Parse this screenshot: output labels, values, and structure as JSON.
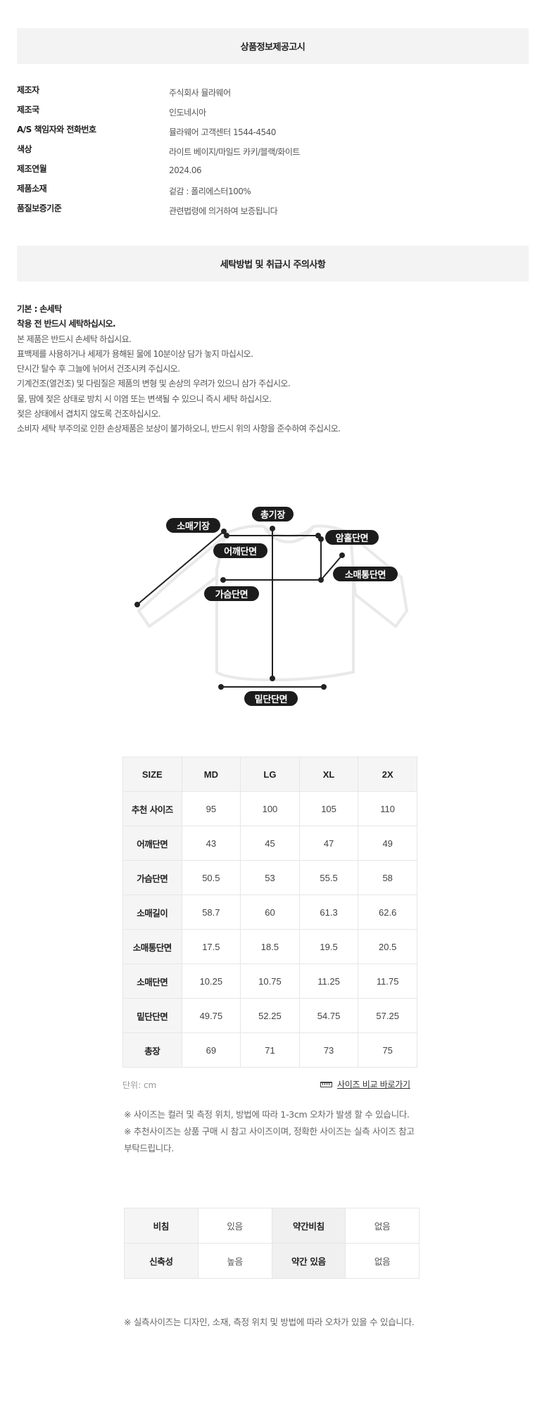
{
  "product_info": {
    "title": "상품정보제공고시",
    "rows": [
      {
        "label": "제조자",
        "value": "주식회사 뮬라웨어"
      },
      {
        "label": "제조국",
        "value": "인도네시아"
      },
      {
        "label": "A/S 책임자와 전화번호",
        "value": "뮬라웨어 고객센터 1544-4540"
      },
      {
        "label": "색상",
        "value": "라이트 베이지/마일드 카키/블랙/화이트"
      },
      {
        "label": "제조연월",
        "value": "2024.06"
      },
      {
        "label": "제품소재",
        "value": "겉감 : 폴리에스터100%"
      },
      {
        "label": "품질보증기준",
        "value": "관련법령에 의거하여 보증됩니다"
      }
    ]
  },
  "washing": {
    "title": "세탁방법 및 취급시 주의사항",
    "lines": [
      {
        "text": "기본 : 손세탁",
        "bold": true
      },
      {
        "text": "착용 전 반드시 세탁하십시오.",
        "bold": true
      },
      {
        "text": "본 제품은 반드시 손세탁 하십시요.",
        "bold": false
      },
      {
        "text": "표백제를 사용하거나 세제가 용해된 물에 10분이상 담가 놓지 마십시오.",
        "bold": false
      },
      {
        "text": "단시간 탈수 후 그늘에 뉘어서 건조시켜 주십시오.",
        "bold": false
      },
      {
        "text": "기계건조(열건조) 및 다림질은 제품의 변형 및 손상의 우려가 있으니 삼가 주십시오.",
        "bold": false
      },
      {
        "text": "물, 땀에 젖은 상태로 방치 시 이염 또는 변색될 수 있으니 즉시 세탁 하십시오.",
        "bold": false
      },
      {
        "text": "젖은 상태에서 겹치지 않도록 건조하십시오.",
        "bold": false
      },
      {
        "text": "소비자 세탁 부주의로 인한 손상제품은 보상이 불가하오니, 반드시 위의 사항을 준수하여 주십시오.",
        "bold": false
      }
    ]
  },
  "diagram": {
    "labels": {
      "total_length": "총기장",
      "sleeve_length": "소매기장",
      "shoulder": "어깨단면",
      "armhole": "암홀단면",
      "sleeve_width": "소매통단면",
      "chest": "가슴단면",
      "hem": "밑단단면"
    },
    "line_color": "#222222",
    "outline_color": "#e8e8e8"
  },
  "size_table": {
    "header": [
      "SIZE",
      "MD",
      "LG",
      "XL",
      "2X"
    ],
    "rows": [
      {
        "label": "추천 사이즈",
        "values": [
          "95",
          "100",
          "105",
          "110"
        ]
      },
      {
        "label": "어깨단면",
        "values": [
          "43",
          "45",
          "47",
          "49"
        ]
      },
      {
        "label": "가슴단면",
        "values": [
          "50.5",
          "53",
          "55.5",
          "58"
        ]
      },
      {
        "label": "소매길이",
        "values": [
          "58.7",
          "60",
          "61.3",
          "62.6"
        ]
      },
      {
        "label": "소매통단면",
        "values": [
          "17.5",
          "18.5",
          "19.5",
          "20.5"
        ]
      },
      {
        "label": "소매단면",
        "values": [
          "10.25",
          "10.75",
          "11.25",
          "11.75"
        ]
      },
      {
        "label": "밑단단면",
        "values": [
          "49.75",
          "52.25",
          "54.75",
          "57.25"
        ]
      },
      {
        "label": "총장",
        "values": [
          "69",
          "71",
          "73",
          "75"
        ]
      }
    ],
    "unit": "단위: cm",
    "compare_link": {
      "icon": "ruler-icon",
      "label": "사이즈 비교 바로가기"
    }
  },
  "size_notes": [
    "※ 사이즈는 컬러 및 측정 위치, 방법에 따라 1-3cm 오차가 발생 할 수 있습니다.",
    "※ 추천사이즈는 상품 구매 시 참고 사이즈이며, 정확한 사이즈는 실측 사이즈 참고 부탁드립니다."
  ],
  "fabric_table": {
    "rows": [
      {
        "label": "비침",
        "options": [
          "있음",
          "약간비침",
          "없음"
        ],
        "selected_index": 1
      },
      {
        "label": "신축성",
        "options": [
          "높음",
          "약간 있음",
          "없음"
        ],
        "selected_index": 1
      }
    ]
  },
  "footer_note": "※ 실측사이즈는 디자인, 소재, 측정 위치 및 방법에 따라 오차가 있을 수 있습니다."
}
